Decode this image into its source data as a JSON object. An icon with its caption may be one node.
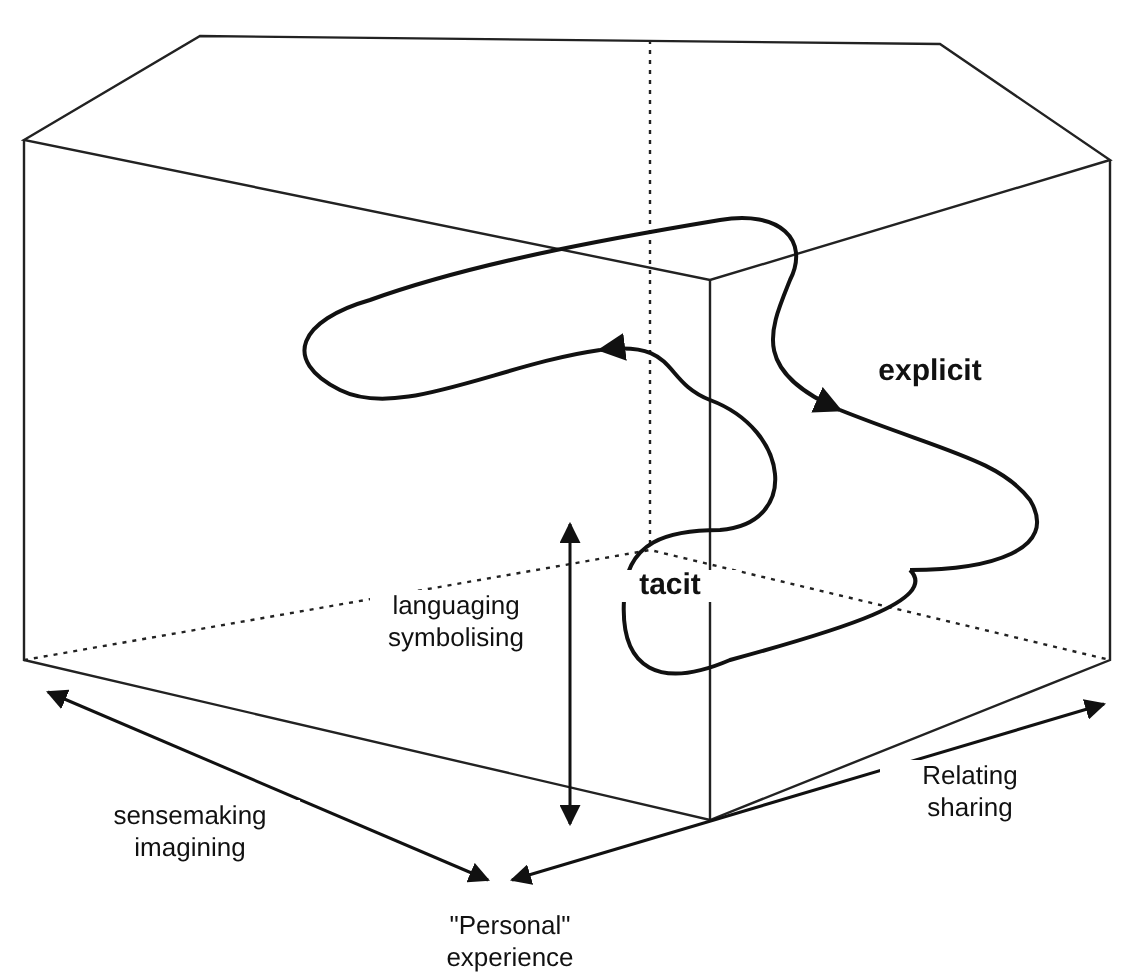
{
  "diagram": {
    "labels": [
      "explicit",
      "languaging symbolising",
      "tacit",
      "sensemaking imagining",
      "Relating sharing",
      "\"Personal\" experience"
    ]
  }
}
